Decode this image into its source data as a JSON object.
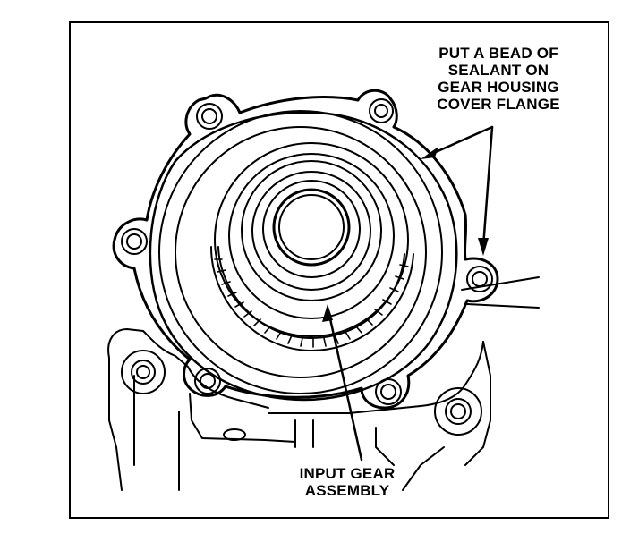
{
  "diagram": {
    "callouts": {
      "sealant": {
        "lines": [
          "PUT A BEAD OF",
          "SEALANT ON",
          "GEAR HOUSING",
          "COVER FLANGE"
        ]
      },
      "input_gear": {
        "lines": [
          "INPUT GEAR",
          "ASSEMBLY"
        ]
      }
    }
  }
}
